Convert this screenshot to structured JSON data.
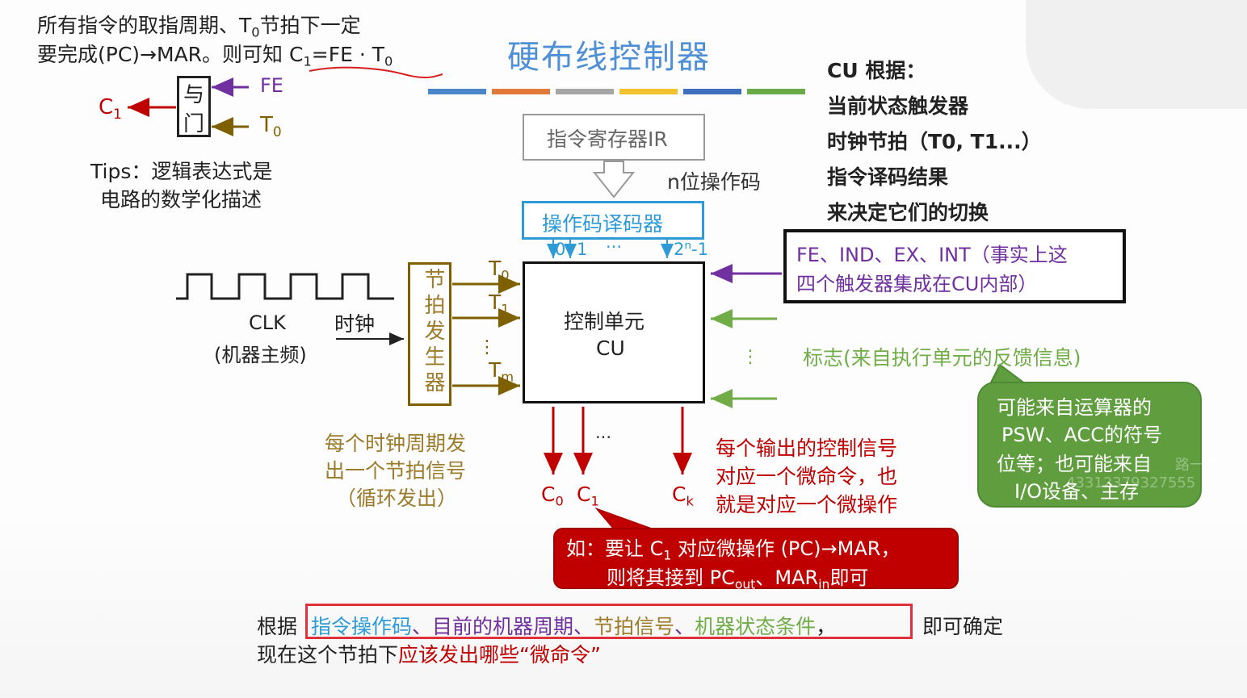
{
  "header_note": {
    "line1_a": "所有指令的取指周期、T",
    "line1_sub": "0",
    "line1_b": "节拍下一定",
    "line2_a": "要完成(PC)",
    "line2_arrow": "→",
    "line2_b": "MAR。则可知 C",
    "line2_sub1": "1",
    "line2_c": "=FE · T",
    "line2_sub2": "0"
  },
  "and_gate": {
    "label_top": "与",
    "label_bottom": "门",
    "input_fe": "FE",
    "input_t0_main": "T",
    "input_t0_sub": "0",
    "output_main": "C",
    "output_sub": "1"
  },
  "tips": {
    "line1": "Tips：逻辑表达式是",
    "line2": "电路的数学化描述"
  },
  "title": "硬布线控制器",
  "title_bar_colors": [
    "#4a86c8",
    "#e0793a",
    "#a5a5a5",
    "#f2c22e",
    "#3f6fbf",
    "#6aaa48"
  ],
  "cu_basis": {
    "heading": "CU 根据：",
    "items": [
      "当前状态触发器",
      "时钟节拍（T0, T1...）",
      "指令译码结果",
      "来决定它们的切换"
    ]
  },
  "ir": {
    "label": "指令寄存器IR",
    "opcode_label": "n位操作码"
  },
  "decoder": {
    "label": "操作码译码器",
    "out0": "0",
    "out1": "1",
    "dots": "···",
    "outN_main": "2",
    "outN_sup": "n",
    "outN_suffix": "-1"
  },
  "flipflops_note": {
    "line1": "FE、IND、EX、INT（事实上这",
    "line2": "四个触发器集成在CU内部）"
  },
  "cu": {
    "line1": "控制单元",
    "line2": "CU"
  },
  "clock": {
    "clk": "CLK",
    "clk_desc": "(机器主频)",
    "label": "时钟"
  },
  "timing_gen": {
    "label": "节拍发生器"
  },
  "timing_signals": {
    "t0_main": "T",
    "t0_sub": "0",
    "t1_main": "T",
    "t1_sub": "1",
    "dots": "⋮",
    "tm_main": "T",
    "tm_sub": "m"
  },
  "timing_note": {
    "line1": "每个时钟周期发",
    "line2": "出一个节拍信号",
    "line3": "（循环发出）"
  },
  "flags": {
    "label": "标志(来自执行单元的反馈信息)",
    "dots": "⋮"
  },
  "flags_bubble": {
    "line1": "可能来自运算器的",
    "line2": "PSW、ACC的符号",
    "line3": "位等；也可能来自",
    "line4": "I/O设备、主存"
  },
  "outputs": {
    "c0_main": "C",
    "c0_sub": "0",
    "c1_main": "C",
    "c1_sub": "1",
    "dots": "···",
    "ck_main": "C",
    "ck_sub": "k"
  },
  "output_note": {
    "line1": "每个输出的控制信号",
    "line2": "对应一个微命令，也",
    "line3": "就是对应一个微操作"
  },
  "example_bubble": {
    "line1_a": "如：要让 C",
    "line1_sub": "1",
    "line1_b": " 对应微操作 (PC)",
    "line1_arrow": "→",
    "line1_c": "MAR，",
    "line2_a": "则将其接到 PC",
    "line2_sub1": "out",
    "line2_b": "、MAR",
    "line2_sub2": "in",
    "line2_c": "即可"
  },
  "watermark": {
    "line1": "路一霖",
    "line2": "43312379327555"
  },
  "bottom_note": {
    "prefix": "根据",
    "item1": "指令操作码",
    "sep1": "、",
    "item2": "目前的机器周期",
    "sep2": "、",
    "item3": "节拍信号",
    "sep3": "、",
    "item4": "机器状态条件",
    "sep4": "，",
    "suffix": "即可确定",
    "line2_a": "现在这个节拍下",
    "line2_b": "应该发出哪些",
    "line2_c": "“微命令”"
  },
  "colors": {
    "blue": "#2e9bd6",
    "purple": "#7030a0",
    "green": "#70ad47",
    "brown": "#7f6000",
    "dark_red": "#c00000",
    "red_box": "#e0303a",
    "timing_text": "#9c7b2a",
    "bubble_green": "#5f9d3f"
  }
}
